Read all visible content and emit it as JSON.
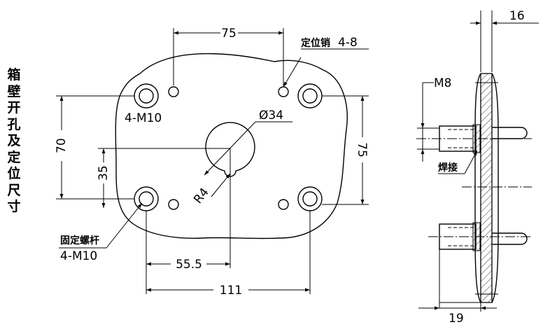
{
  "title_vertical": [
    "箱",
    "壁",
    "开",
    "孔",
    "及",
    "定",
    "位",
    "尺",
    "寸"
  ],
  "plan_view": {
    "dim_top_75": "75",
    "dowel_label": "定位销",
    "dowel_spec": "4-8",
    "bolt_hole_label_top": "4-M10",
    "center_hole_dia": "Ø34",
    "dim_left_70": "70",
    "dim_left_35": "35",
    "dim_right_75": "75",
    "radius_label": "R4",
    "bolt_label": "固定螺杆",
    "bolt_spec": "4-M10",
    "dim_bottom_55_5": "55.5",
    "dim_bottom_111": "111"
  },
  "section_view": {
    "dim_top_16": "16",
    "thread_label": "M8",
    "weld_label": "焊接",
    "dim_bottom_19": "19"
  }
}
